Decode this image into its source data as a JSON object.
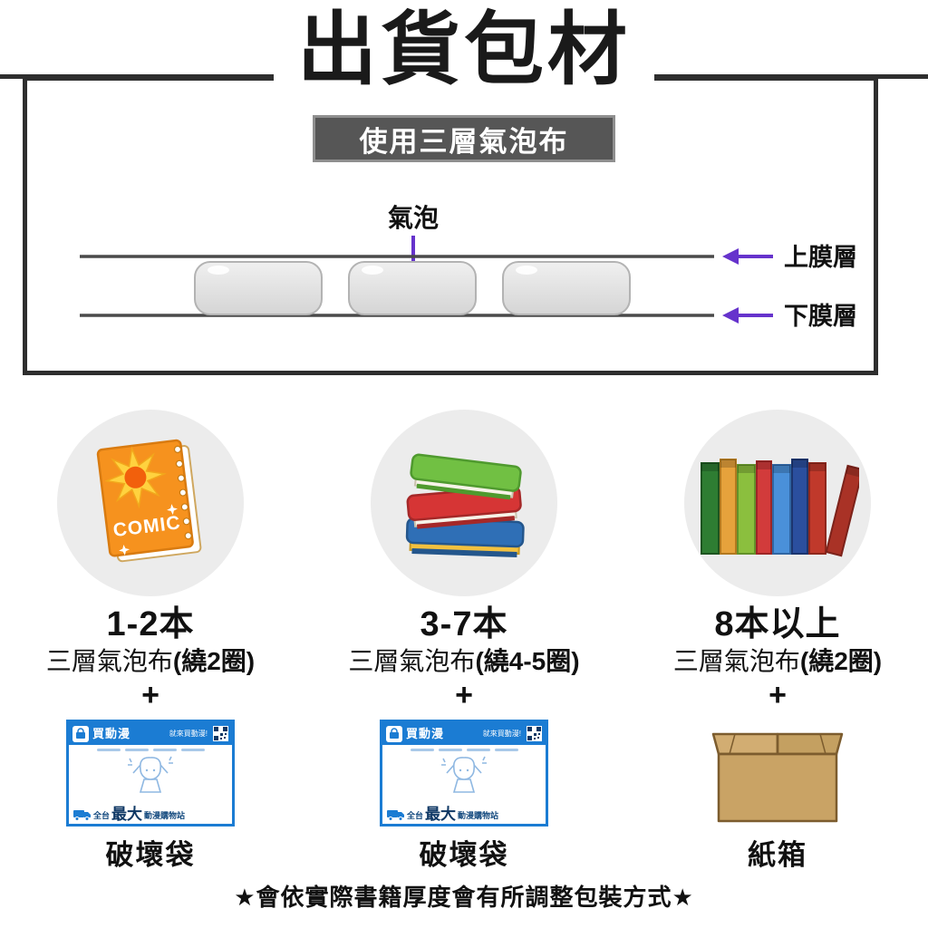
{
  "page": {
    "title": "出貨包材",
    "footer": "★會依實際書籍厚度會有所調整包裝方式★"
  },
  "bubble_diagram": {
    "banner": "使用三層氣泡布",
    "bubble_label": "氣泡",
    "upper_film_label": "上膜層",
    "lower_film_label": "下膜層"
  },
  "columns": [
    {
      "illustration": "comic-book",
      "count": "1-2本",
      "wrap_normal": "三層氣泡布",
      "wrap_bold": "(繞2圈)",
      "plus": "+",
      "package": "mailer-bag",
      "package_label": "破壞袋"
    },
    {
      "illustration": "book-stack",
      "count": "3-7本",
      "wrap_normal": "三層氣泡布",
      "wrap_bold": "(繞4-5圈)",
      "plus": "+",
      "package": "mailer-bag",
      "package_label": "破壞袋"
    },
    {
      "illustration": "book-row",
      "count": "8本以上",
      "wrap_normal": "三層氣泡布",
      "wrap_bold": "(繞2圈)",
      "plus": "+",
      "package": "cardboard-box",
      "package_label": "紙箱"
    }
  ],
  "mailer_bag": {
    "brand": "買動漫",
    "header_note": "就來買動漫!",
    "slogan_prefix": "全台",
    "slogan_big": "最大",
    "slogan_suffix": "動漫購物站"
  },
  "comic": {
    "cover_text": "COMIC"
  },
  "colors": {
    "line_dark": "#2e2e2e",
    "banner_bg": "#565656",
    "arrow_purple": "#6633cc",
    "bag_blue": "#1b7cd3",
    "circle_bg": "#ececec"
  }
}
